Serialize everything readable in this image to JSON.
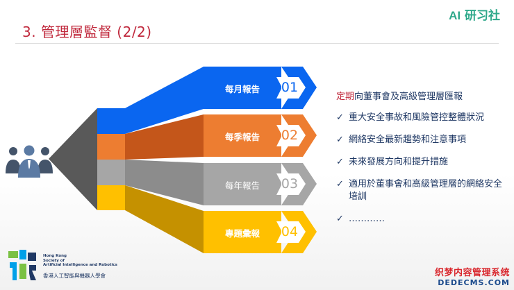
{
  "slide": {
    "title": "3. 管理層監督 (2/2)",
    "logo_ai": "AI",
    "logo_text": "研习社"
  },
  "stages": [
    {
      "label": "每月報告",
      "number": "01",
      "color": "#0a66f0"
    },
    {
      "label": "每季報告",
      "number": "02",
      "color": "#ed7d31"
    },
    {
      "label": "每年報告",
      "number": "03",
      "color": "#a6a6a6"
    },
    {
      "label": "專題彙報",
      "number": "04",
      "color": "#ffc000"
    }
  ],
  "list": {
    "lead_red": "定期",
    "lead_rest": "向董事會及高級管理層匯報",
    "check": "✓",
    "items": [
      "重大安全事故和風險管控整體狀況",
      "網絡安全最新趨勢和注意事項",
      "未來發展方向和提升措施",
      "適用於董事會和高級管理層的網絡安全培訓",
      "…………"
    ]
  },
  "society": {
    "en_line1": "Hong Kong",
    "en_line2": "Society of",
    "en_line3": "Artificial Intelligence and Robotics",
    "zh": "香港人工智能與機器人學會"
  },
  "watermark": {
    "line1": "织梦内容管理系统",
    "line2": "DEDECMS.COM"
  },
  "colors": {
    "title": "#c0283c",
    "text": "#1f3864",
    "funnel": "#595959",
    "logo": "#2ea88a"
  }
}
